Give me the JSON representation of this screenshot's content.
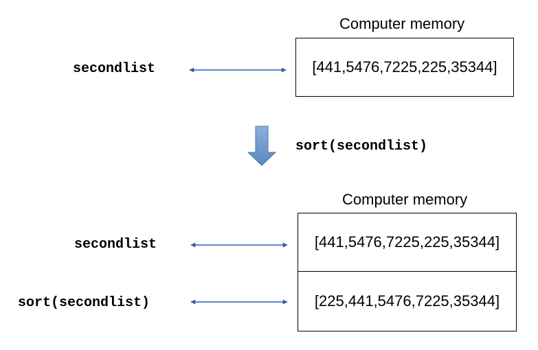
{
  "before": {
    "memory_title": "Computer memory",
    "variable_label": "secondlist",
    "memory_values": [
      "[441,5476,7225,225,35344]"
    ]
  },
  "operation": {
    "label": "sort(secondlist)"
  },
  "after": {
    "memory_title": "Computer memory",
    "rows": [
      {
        "variable_label": "secondlist",
        "memory_value": "[441,5476,7225,225,35344]"
      },
      {
        "variable_label": "sort(secondlist)",
        "memory_value": "[225,441,5476,7225,35344]"
      }
    ]
  },
  "colors": {
    "arrow": "#2e5fa3",
    "down_arrow_fill": "#6a94c9",
    "down_arrow_stroke": "#4a74a8",
    "box_border": "#000000"
  }
}
